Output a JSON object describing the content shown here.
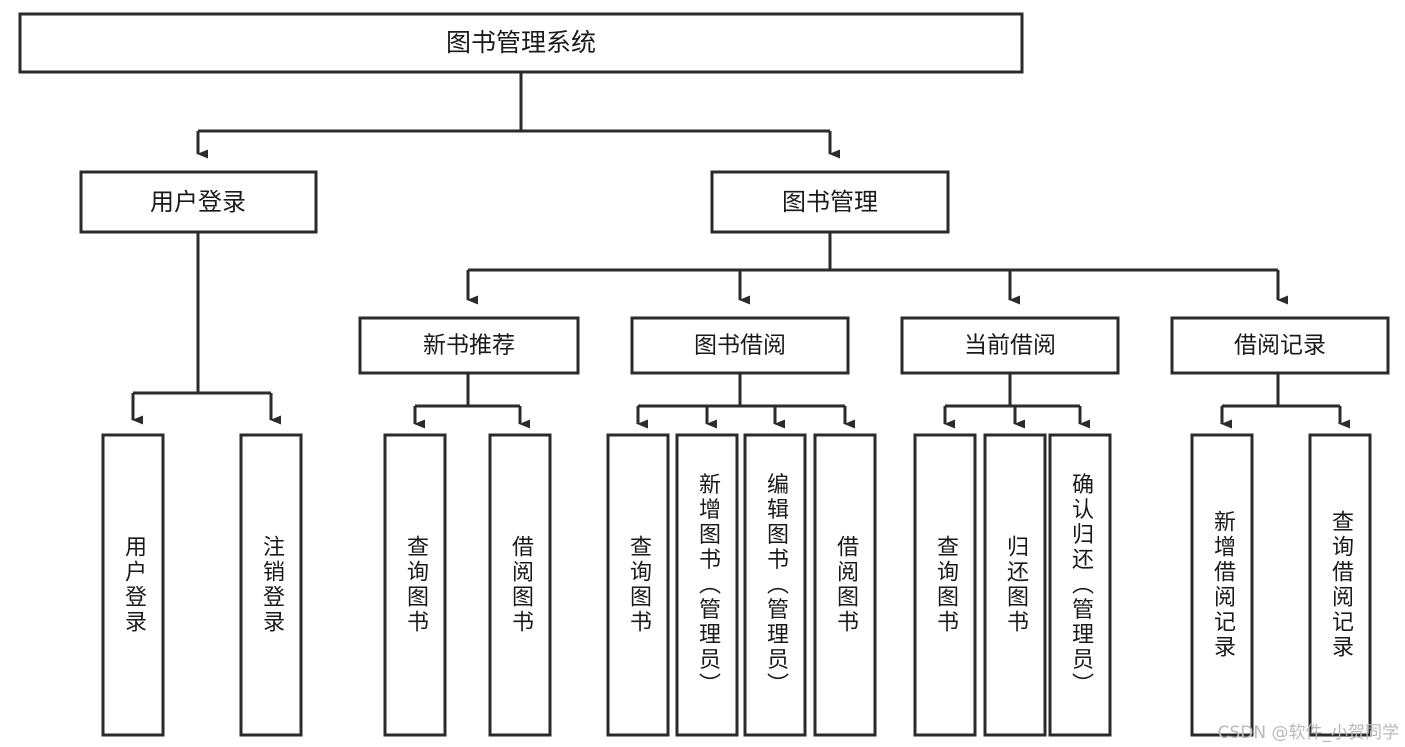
{
  "diagram": {
    "type": "tree",
    "title": "图书管理系统",
    "root": {
      "id": "root",
      "label": "图书管理系统"
    },
    "level1": [
      {
        "id": "user-login",
        "label": "用户登录"
      },
      {
        "id": "book-manage",
        "label": "图书管理"
      }
    ],
    "level2": [
      {
        "id": "new-book-rec",
        "label": "新书推荐",
        "parent": "book-manage"
      },
      {
        "id": "book-borrow",
        "label": "图书借阅",
        "parent": "book-manage"
      },
      {
        "id": "current-borrow",
        "label": "当前借阅",
        "parent": "book-manage"
      },
      {
        "id": "borrow-record",
        "label": "借阅记录",
        "parent": "book-manage"
      }
    ],
    "leaves": {
      "user-login": [
        {
          "id": "leaf-user-login",
          "label": "用户登录"
        },
        {
          "id": "leaf-logout",
          "label": "注销登录"
        }
      ],
      "new-book-rec": [
        {
          "id": "leaf-query-book-1",
          "label": "查询图书"
        },
        {
          "id": "leaf-borrow-book-1",
          "label": "借阅图书"
        }
      ],
      "book-borrow": [
        {
          "id": "leaf-query-book-2",
          "label": "查询图书"
        },
        {
          "id": "leaf-add-book",
          "label": "新增图书（管理员）"
        },
        {
          "id": "leaf-edit-book",
          "label": "编辑图书（管理员）"
        },
        {
          "id": "leaf-borrow-book-2",
          "label": "借阅图书"
        }
      ],
      "current-borrow": [
        {
          "id": "leaf-query-book-3",
          "label": "查询图书"
        },
        {
          "id": "leaf-return-book",
          "label": "归还图书"
        },
        {
          "id": "leaf-confirm-return",
          "label": "确认归还（管理员）"
        }
      ],
      "borrow-record": [
        {
          "id": "leaf-add-record",
          "label": "新增借阅记录"
        },
        {
          "id": "leaf-query-record",
          "label": "查询借阅记录"
        }
      ]
    },
    "colors": {
      "stroke": "#2b2b2b",
      "fill": "#ffffff",
      "text": "#1a1a1a",
      "background": "#ffffff",
      "watermark": "#b9b9b9"
    }
  },
  "watermark": {
    "text": "CSDN @软件_小贺同学"
  }
}
